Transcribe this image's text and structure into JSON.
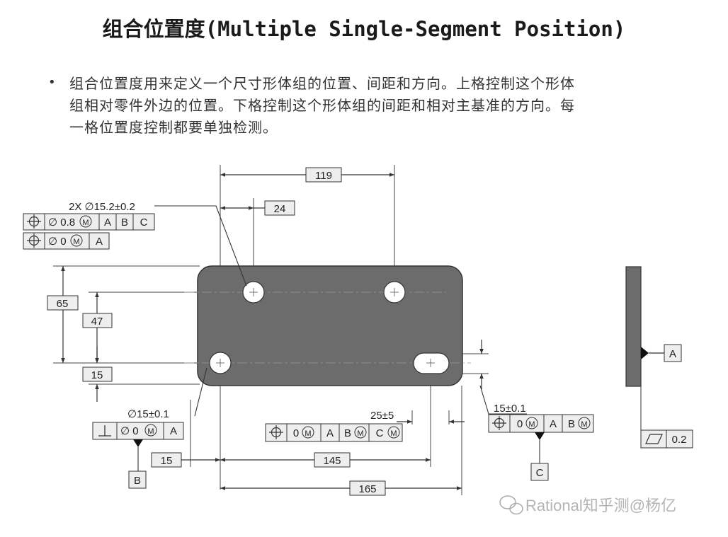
{
  "title": {
    "cn": "组合位置度",
    "en": "(Multiple Single-Segment Position)"
  },
  "description": {
    "bullet": "•",
    "lines": [
      "组合位置度用来定义一个尺寸形体组的位置、间距和方向。上格控制这个形体",
      "组相对零件外边的位置。下格控制这个形体组的间距和相对主基准的方向。每",
      "一格位置度控制都要单独检测。"
    ]
  },
  "dims": {
    "d119": "119",
    "d24": "24",
    "d65": "65",
    "d47": "47",
    "d15_left": "15",
    "d15_bottom": "15",
    "d145": "145",
    "d165": "165"
  },
  "callouts": {
    "hole_pattern": "2X ∅15.2±0.2",
    "single_hole": "∅15±0.1",
    "slot_length": "25±5",
    "slot_width": "15±0.1"
  },
  "fcf": {
    "top_upper": {
      "tol": "∅ 0.8",
      "mod": "M",
      "datums": [
        "A",
        "B",
        "C"
      ]
    },
    "top_lower": {
      "tol": "∅ 0",
      "mod": "M",
      "datums": [
        "A"
      ]
    },
    "perp": {
      "tol": "∅ 0",
      "mod": "M",
      "datums": [
        "A"
      ]
    },
    "slot_pos": {
      "tol": "0",
      "mod": "M",
      "d1": "A",
      "d2": "B",
      "d3": "C",
      "mod2": "M",
      "mod3": "M"
    },
    "slot_w": {
      "tol": "0",
      "mod": "M",
      "d1": "A",
      "d2": "B",
      "mod2": "M"
    },
    "flat": {
      "tol": "0.2"
    }
  },
  "datums": {
    "a": "A",
    "b": "B",
    "c": "C"
  },
  "watermark": "Rational知乎测@杨亿",
  "colors": {
    "part": "#6c6c6c",
    "frame_fill": "#eeeeee",
    "line": "#333333"
  }
}
